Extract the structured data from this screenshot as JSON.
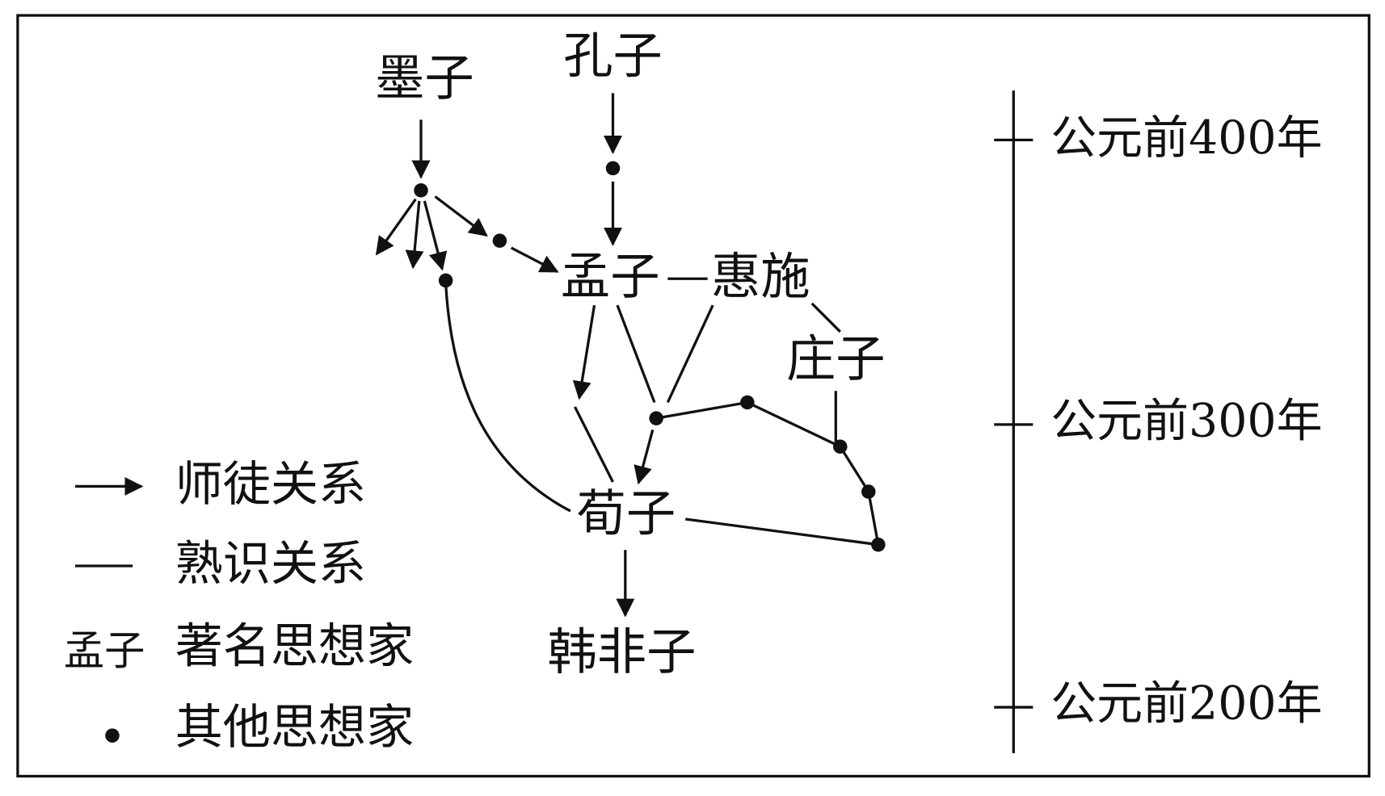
{
  "thinkers": {
    "mozi": "墨子",
    "kongzi": "孔子",
    "mengzi": "孟子",
    "huishi": "惠施",
    "zhuangzi": "庄子",
    "xunzi": "荀子",
    "hanfeizi": "韩非子"
  },
  "timeline": {
    "t400": "公元前400年",
    "t300": "公元前300年",
    "t200": "公元前200年"
  },
  "legend": {
    "teacher_student": "师徒关系",
    "acquaintance": "熟识关系",
    "famous_sample": "孟子",
    "famous": "著名思想家",
    "other": "其他思想家"
  }
}
